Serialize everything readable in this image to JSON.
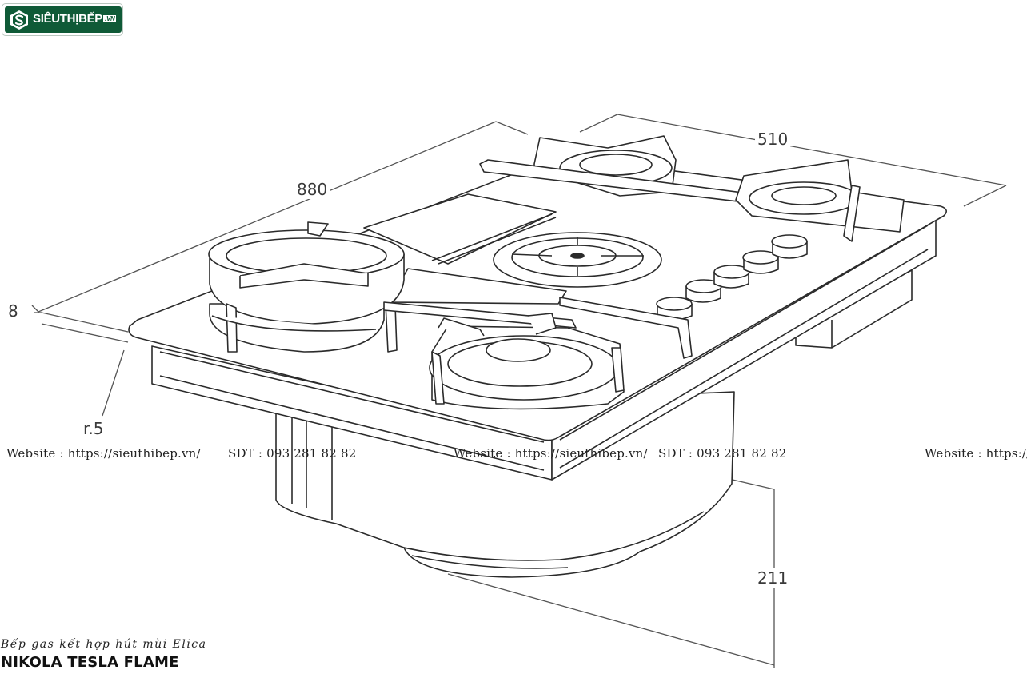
{
  "logo": {
    "text": "SIÊUTHỊBẾP",
    "suffix": ".VN"
  },
  "diagram": {
    "dimensions": {
      "width": "880",
      "depth": "510",
      "thickness": "8",
      "radius": "r.5",
      "height": "211"
    },
    "components": [
      "cooktop-glass",
      "wok-burner",
      "front-burner",
      "rear-left-burner",
      "rear-right-burner",
      "downdraft-vent",
      "control-knobs",
      "hood-body"
    ]
  },
  "watermarks": {
    "website_1": "Website : https://sieuthibep.vn/",
    "phone_1": "SDT : 093 281 82 82",
    "website_2": "Website : https://sieuthibep.vn/",
    "phone_2": "SDT : 093 281 82 82",
    "website_3": "Website : https://"
  },
  "product": {
    "subtitle": "Bếp gas kết hợp hút mùi Elica",
    "name": "NIKOLA TESLA FLAME"
  },
  "colors": {
    "brand_green": "#0f5a37",
    "line": "#2b2b2b",
    "dim_line": "#555555"
  }
}
